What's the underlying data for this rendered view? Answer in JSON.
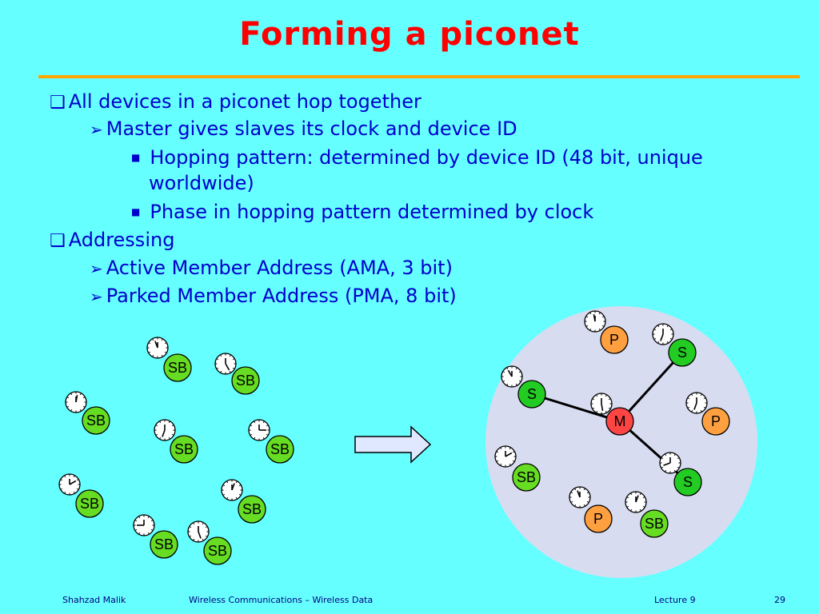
{
  "title": "Forming a piconet",
  "bullets": [
    {
      "level": 1,
      "text": "All devices in a piconet hop together"
    },
    {
      "level": 2,
      "text": "Master gives slaves its clock and device ID"
    },
    {
      "level": 3,
      "text": "Hopping pattern: determined by device ID (48 bit, unique"
    },
    {
      "level": 3,
      "text": "worldwide)"
    },
    {
      "level": 3,
      "text": "Phase in hopping pattern determined by clock"
    },
    {
      "level": 1,
      "text": "Addressing"
    },
    {
      "level": 2,
      "text": "Active Member Address (AMA, 3 bit)"
    },
    {
      "level": 2,
      "text": "Parked Member Address (PMA, 8 bit)"
    }
  ],
  "diagram": {
    "standby_label": "SB",
    "master_label": "M",
    "slave_label": "S",
    "parked_label": "P",
    "colors": {
      "master": "#ff4444",
      "slave": "#22cc22",
      "parked": "#ffa040",
      "standby": "#66dd22",
      "piconet_fill": "#d8dcf0",
      "arrow_fill": "#e0e8ff"
    }
  },
  "footer": {
    "author": "Shahzad Malik",
    "course": "Wireless Communications – Wireless Data",
    "lecture": "Lecture 9",
    "page": "29"
  }
}
